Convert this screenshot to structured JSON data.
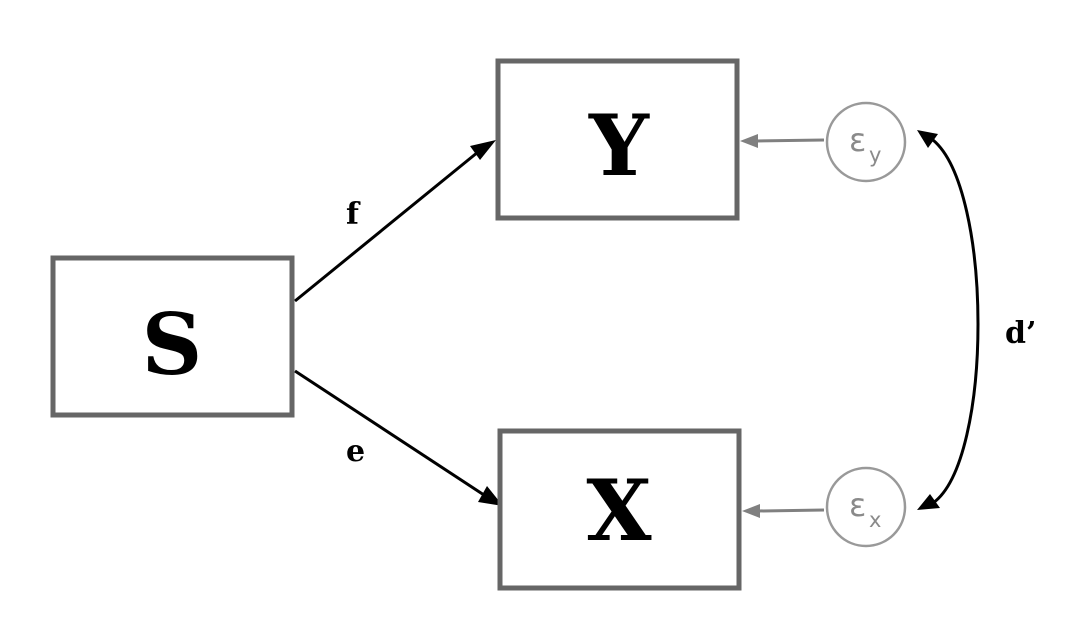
{
  "nodes": {
    "s": {
      "label": "S"
    },
    "y": {
      "label": "Y"
    },
    "x": {
      "label": "X"
    }
  },
  "errors": {
    "y": {
      "symbol": "ε",
      "subscript": "y"
    },
    "x": {
      "symbol": "ε",
      "subscript": "x"
    }
  },
  "paths": {
    "s_to_y": {
      "label": "f"
    },
    "s_to_x": {
      "label": "e"
    },
    "error_covariance": {
      "label": "d’"
    }
  },
  "colors": {
    "box_border": "#666666",
    "error_gray": "#8a8a8a",
    "path_black": "#000000"
  }
}
